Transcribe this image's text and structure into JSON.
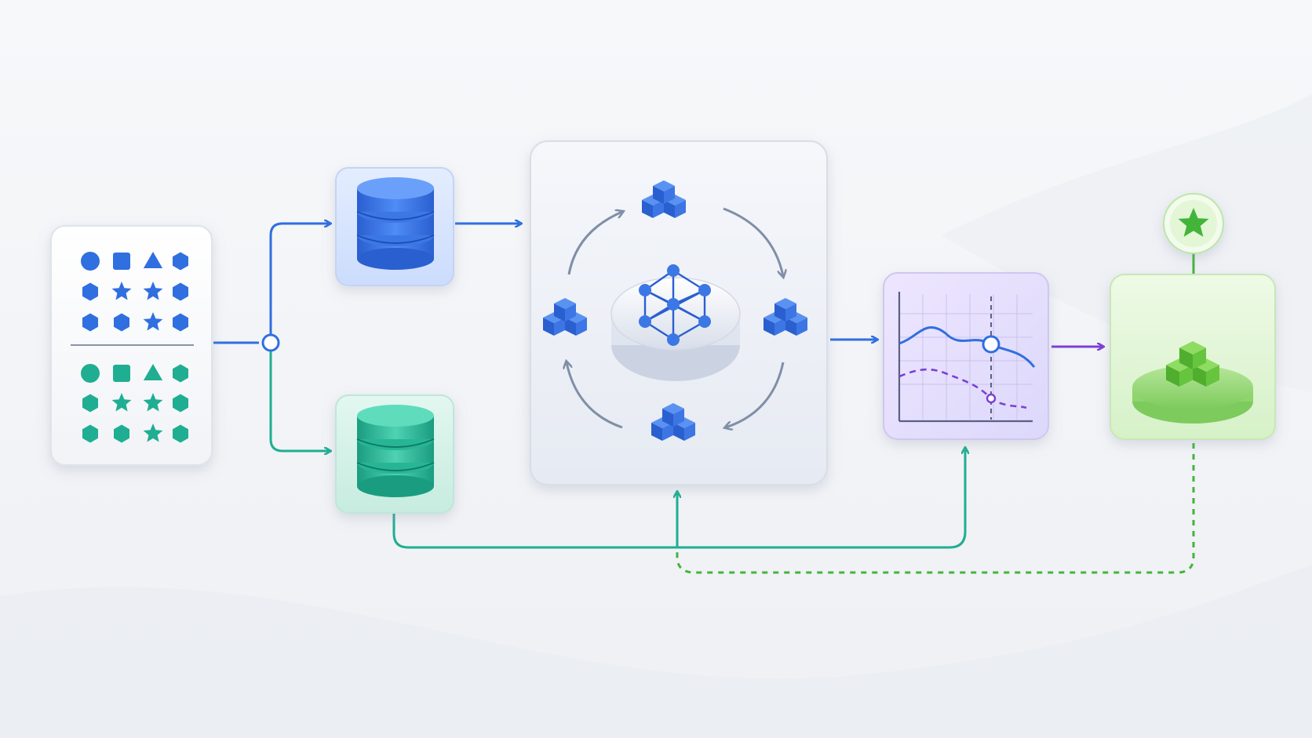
{
  "diagram": {
    "colors": {
      "background": "#f4f5f8",
      "blue": "#2f6fe0",
      "teal": "#1fae92",
      "purple": "#7b3fd6",
      "green": "#43b43a",
      "gray_arrow": "#7f8fa6",
      "panel_border": "#d9dde6"
    },
    "nodes": [
      {
        "id": "dataset",
        "icon": "shape-grid-icon",
        "description_none": ""
      },
      {
        "id": "database-blue",
        "icon": "database-icon"
      },
      {
        "id": "database-teal",
        "icon": "database-icon"
      },
      {
        "id": "ensemble",
        "icon": "cube-cluster-icon"
      },
      {
        "id": "evaluation",
        "icon": "line-chart-icon"
      },
      {
        "id": "result",
        "icon": "cube-stack-icon"
      },
      {
        "id": "badge",
        "icon": "star-icon"
      }
    ],
    "edges": [
      {
        "from": "dataset",
        "to": "database-blue",
        "style": "solid",
        "color": "blue"
      },
      {
        "from": "dataset",
        "to": "database-teal",
        "style": "solid",
        "color": "teal"
      },
      {
        "from": "database-blue",
        "to": "ensemble",
        "style": "solid",
        "color": "blue"
      },
      {
        "from": "ensemble",
        "to": "evaluation",
        "style": "solid",
        "color": "blue"
      },
      {
        "from": "evaluation",
        "to": "result",
        "style": "solid",
        "color": "purple"
      },
      {
        "from": "badge",
        "to": "result",
        "style": "solid",
        "color": "green"
      },
      {
        "from": "database-teal",
        "to": "ensemble",
        "style": "solid",
        "color": "teal"
      },
      {
        "from": "database-teal",
        "to": "evaluation",
        "style": "solid",
        "color": "teal"
      },
      {
        "from": "result",
        "to": "ensemble",
        "style": "dashed",
        "color": "green"
      }
    ]
  }
}
